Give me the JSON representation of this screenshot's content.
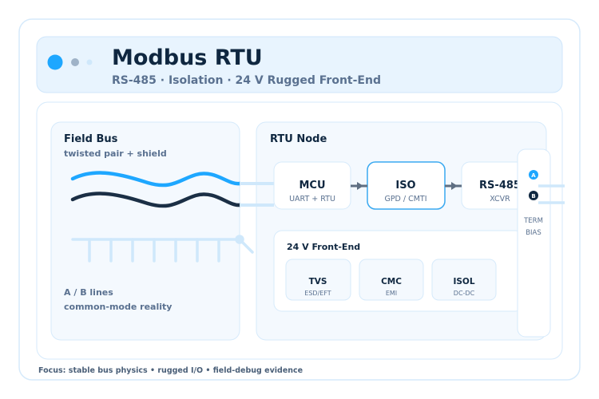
{
  "header": {
    "title": "Modbus RTU",
    "subtitle": "RS-485 · Isolation · 24 V Rugged Front-End"
  },
  "field_bus": {
    "title": "Field Bus",
    "subtitle": "twisted pair + shield",
    "note_line1": "A / B lines",
    "note_line2": "common-mode reality"
  },
  "rtu_node": {
    "title": "RTU Node",
    "blocks": [
      {
        "label": "MCU",
        "sub": "UART + RTU"
      },
      {
        "label": "ISO",
        "sub": "GPD / CMTI"
      },
      {
        "label": "RS-485",
        "sub": "XCVR"
      }
    ],
    "terminal": {
      "pin_a": "A",
      "pin_b": "B",
      "line1": "TERM",
      "line2": "BIAS"
    },
    "front_end": {
      "title": "24 V Front-End",
      "blocks": [
        {
          "label": "TVS",
          "sub": "ESD/EFT"
        },
        {
          "label": "CMC",
          "sub": "EMI"
        },
        {
          "label": "ISOL",
          "sub": "DC-DC"
        }
      ]
    }
  },
  "footer": "Focus: stable bus physics • rugged I/O • field-debug evidence",
  "colors": {
    "accent": "#1ea7ff",
    "dark": "#1b2f45",
    "border": "#cfe6fb"
  }
}
